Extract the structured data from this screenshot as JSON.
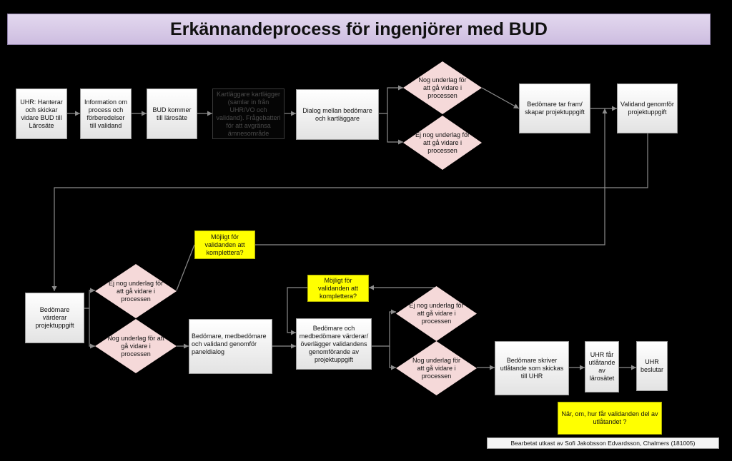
{
  "title": "Erkännandeprocess för ingenjörer med BUD",
  "nodes": {
    "uhr_hanterar": "UHR: Hanterar och skickar vidare BUD till Lärosäte",
    "information": "Information om process och förberedelser till validand",
    "bud_kommer": "BUD kommer till lärosäte",
    "kartlaggare": "Kartläggare kartlägger (samlar in från UHR/VO och validand). Frågebatteri för att avgränsa ämnesområde",
    "dialog": "Dialog mellan bedömare och kartläggare",
    "nog1": "Nog underlag för att gå vidare i processen",
    "ej1": "Ej nog underlag för att gå vidare i processen",
    "bedomare_tar_fram": "Bedömare tar fram/ skapar projektuppgift",
    "validand_genomfor": "Validand genomför projektuppgift",
    "mojligt1": "Möjligt för validanden att komplettera?",
    "bedomare_varderar": "Bedömare värderar projektuppgift",
    "ej2": "Ej nog underlag för att gå vidare i processen",
    "nog2": "Nog underlag för att gå vidare i processen",
    "paneldialog": "Bedömare, medbedömare och validand genomför paneldialog",
    "mojligt2": "Möjligt för validanden att komplettera?",
    "medbedomare": "Bedömare och medbedömare värderar/ överlägger validandens genomförande av projektuppgift",
    "ej3": "Ej nog underlag för att gå vidare i processen",
    "nog3": "Nog underlag för att gå vidare i processen",
    "utlatande": "Bedömare skriver utlåtande som skickas till UHR",
    "uhr_far": "UHR får utlåtande av lärosätet",
    "uhr_beslutar": "UHR beslutar",
    "nar_om": "När, om, hur får validanden del av utlåtandet ?"
  },
  "credit": "Bearbetat utkast av Sofi Jakobsson Edvardsson, Chalmers (181005)",
  "colors": {
    "background": "#000000",
    "box": "#ffffff",
    "diamond": "#f5d9d9",
    "note": "#ffff00",
    "title": "#d9cce6",
    "connector": "#8c8c8c"
  }
}
